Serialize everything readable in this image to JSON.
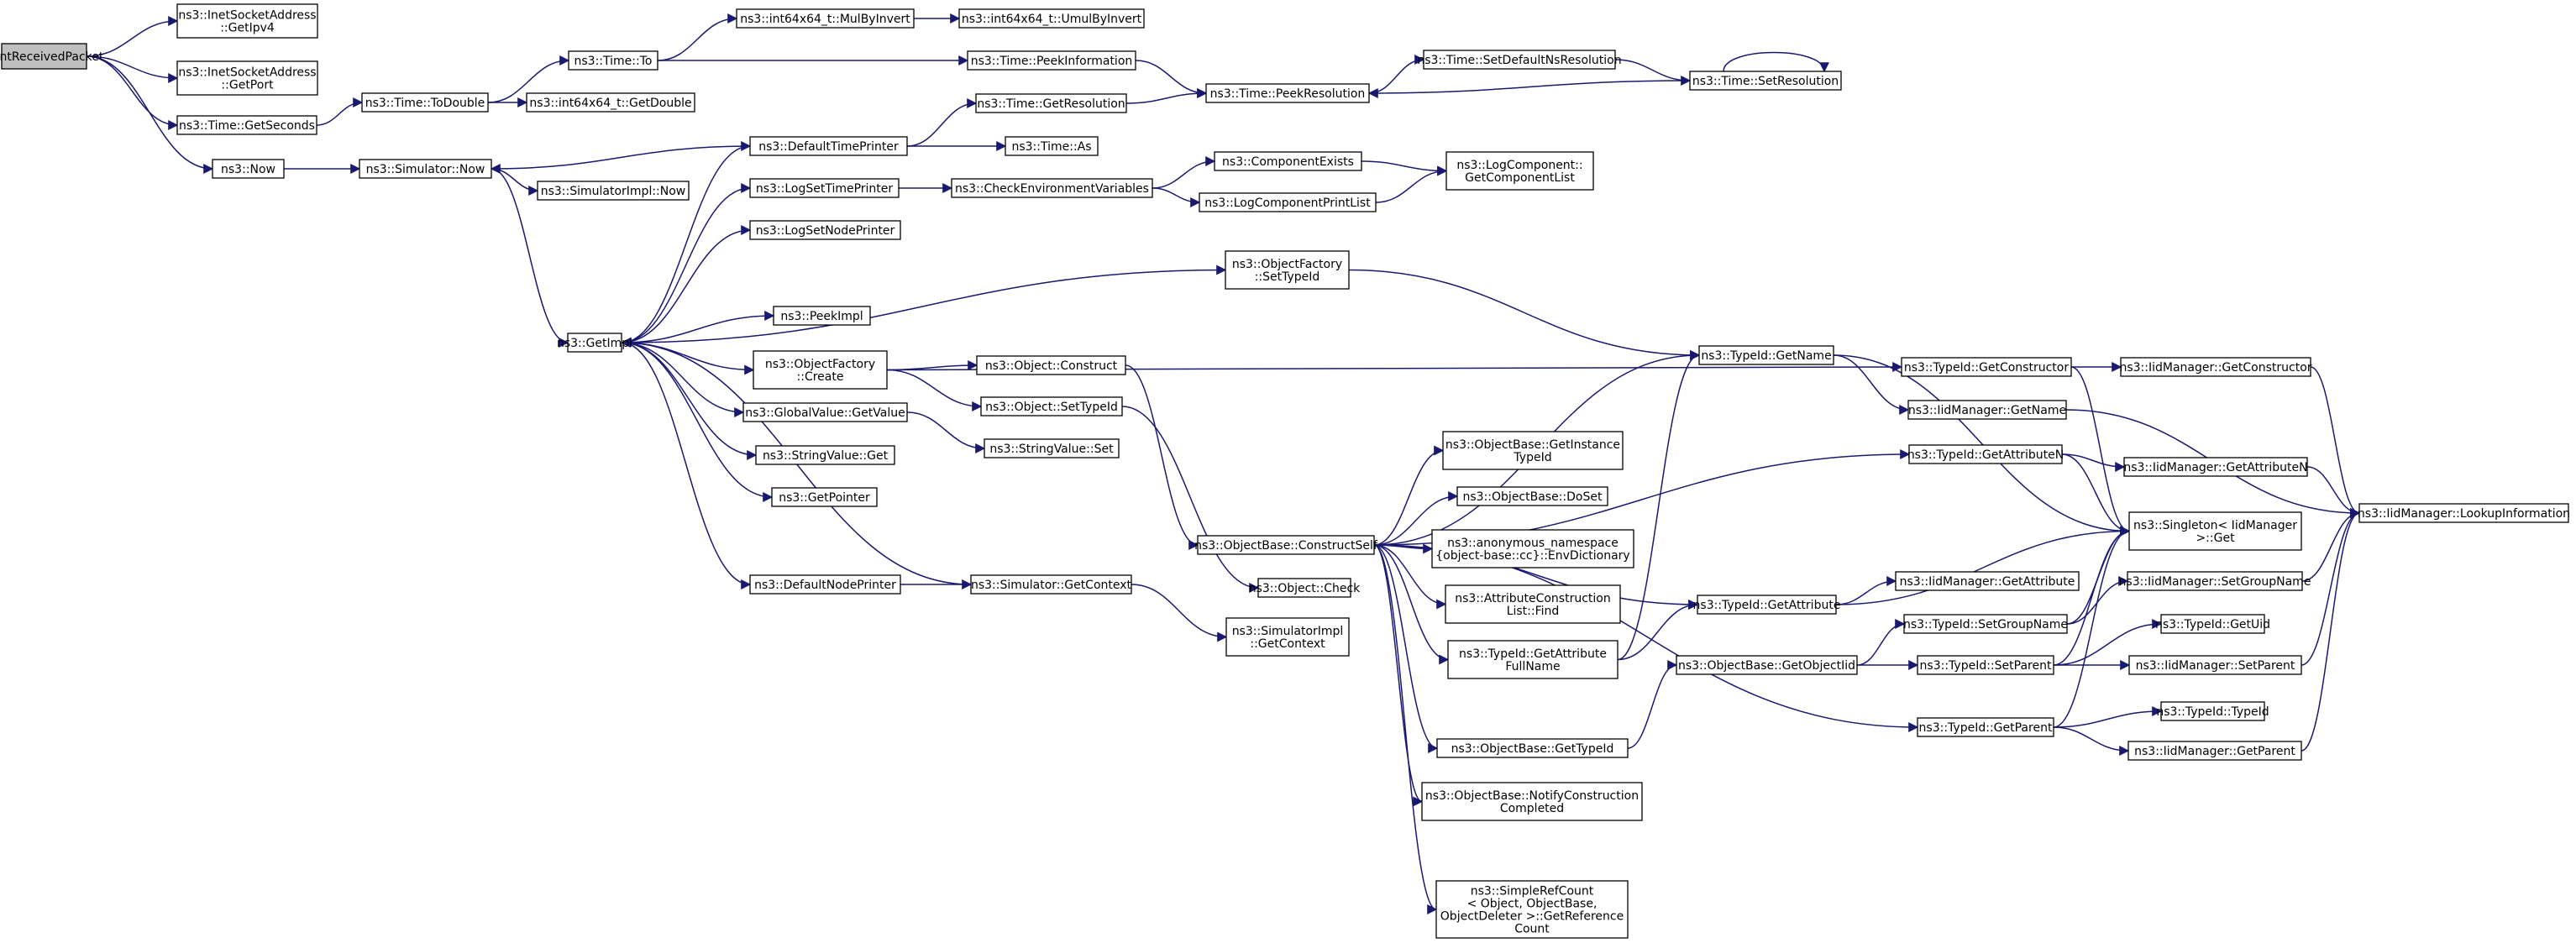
{
  "graph": {
    "edge_color": "#191970",
    "root_fill": "#bfbfbf",
    "node_fill": "#ffffff",
    "nodes": [
      {
        "id": "root",
        "label": "PrintReceivedPacket",
        "root": true
      },
      {
        "id": "getipv4",
        "label": "ns3::InetSocketAddress\n::GetIpv4"
      },
      {
        "id": "getport",
        "label": "ns3::InetSocketAddress\n::GetPort"
      },
      {
        "id": "getseconds",
        "label": "ns3::Time::GetSeconds"
      },
      {
        "id": "now",
        "label": "ns3::Now"
      },
      {
        "id": "todouble",
        "label": "ns3::Time::ToDouble"
      },
      {
        "id": "getdouble",
        "label": "ns3::int64x64_t::GetDouble"
      },
      {
        "id": "timeto",
        "label": "ns3::Time::To"
      },
      {
        "id": "mulbyinvert",
        "label": "ns3::int64x64_t::MulByInvert"
      },
      {
        "id": "umulbyinvert",
        "label": "ns3::int64x64_t::UmulByInvert"
      },
      {
        "id": "peekinfo",
        "label": "ns3::Time::PeekInformation"
      },
      {
        "id": "peekres",
        "label": "ns3::Time::PeekResolution"
      },
      {
        "id": "setdefns",
        "label": "ns3::Time::SetDefaultNsResolution"
      },
      {
        "id": "setres",
        "label": "ns3::Time::SetResolution"
      },
      {
        "id": "simnow",
        "label": "ns3::Simulator::Now"
      },
      {
        "id": "simimplnow",
        "label": "ns3::SimulatorImpl::Now"
      },
      {
        "id": "deftimeprinter",
        "label": "ns3::DefaultTimePrinter"
      },
      {
        "id": "getresolution",
        "label": "ns3::Time::GetResolution"
      },
      {
        "id": "timeas",
        "label": "ns3::Time::As"
      },
      {
        "id": "logsettimeprinter",
        "label": "ns3::LogSetTimePrinter"
      },
      {
        "id": "checkenv",
        "label": "ns3::CheckEnvironmentVariables"
      },
      {
        "id": "compexists",
        "label": "ns3::ComponentExists"
      },
      {
        "id": "logcompprintlist",
        "label": "ns3::LogComponentPrintList"
      },
      {
        "id": "logcompgetlist",
        "label": "ns3::LogComponent::\nGetComponentList"
      },
      {
        "id": "logsetnodeprinter",
        "label": "ns3::LogSetNodePrinter"
      },
      {
        "id": "getimpl",
        "label": "ns3::GetImpl"
      },
      {
        "id": "ofsettypeid",
        "label": "ns3::ObjectFactory\n::SetTypeId"
      },
      {
        "id": "peekimpl",
        "label": "ns3::PeekImpl"
      },
      {
        "id": "ofcreate",
        "label": "ns3::ObjectFactory\n::Create"
      },
      {
        "id": "objconstruct",
        "label": "ns3::Object::Construct"
      },
      {
        "id": "objsettypeid",
        "label": "ns3::Object::SetTypeId"
      },
      {
        "id": "gvgetvalue",
        "label": "ns3::GlobalValue::GetValue"
      },
      {
        "id": "strget",
        "label": "ns3::StringValue::Get"
      },
      {
        "id": "strset",
        "label": "ns3::StringValue::Set"
      },
      {
        "id": "getpointer",
        "label": "ns3::GetPointer"
      },
      {
        "id": "defnodeprinter",
        "label": "ns3::DefaultNodePrinter"
      },
      {
        "id": "simgetcontext",
        "label": "ns3::Simulator::GetContext"
      },
      {
        "id": "simimplgetcontext",
        "label": "ns3::SimulatorImpl\n::GetContext"
      },
      {
        "id": "objcheck",
        "label": "ns3::Object::Check"
      },
      {
        "id": "constructself",
        "label": "ns3::ObjectBase::ConstructSelf"
      },
      {
        "id": "getinstancetypeid",
        "label": "ns3::ObjectBase::GetInstance\nTypeId"
      },
      {
        "id": "doset",
        "label": "ns3::ObjectBase::DoSet"
      },
      {
        "id": "envdict",
        "label": "ns3::anonymous_namespace\n{object-base::cc}::EnvDictionary"
      },
      {
        "id": "attrconstfind",
        "label": "ns3::AttributeConstruction\nList::Find"
      },
      {
        "id": "getattrfullname",
        "label": "ns3::TypeId::GetAttribute\nFullName"
      },
      {
        "id": "obgettypeid",
        "label": "ns3::ObjectBase::GetTypeId"
      },
      {
        "id": "notifyconst",
        "label": "ns3::ObjectBase::NotifyConstruction\nCompleted"
      },
      {
        "id": "simplerefcount",
        "label": "ns3::SimpleRefCount\n< Object, ObjectBase,\nObjectDeleter >::GetReference\nCount"
      },
      {
        "id": "tidgetname",
        "label": "ns3::TypeId::GetName"
      },
      {
        "id": "tidgetattribute",
        "label": "ns3::TypeId::GetAttribute"
      },
      {
        "id": "getobjectiid",
        "label": "ns3::ObjectBase::GetObjectIid"
      },
      {
        "id": "tidgetconstructor",
        "label": "ns3::TypeId::GetConstructor"
      },
      {
        "id": "iidgetname",
        "label": "ns3::IidManager::GetName"
      },
      {
        "id": "tidgetattributen",
        "label": "ns3::TypeId::GetAttributeN"
      },
      {
        "id": "tidsetgroupname",
        "label": "ns3::TypeId::SetGroupName"
      },
      {
        "id": "tidsetparent",
        "label": "ns3::TypeId::SetParent"
      },
      {
        "id": "tidgetparent",
        "label": "ns3::TypeId::GetParent"
      },
      {
        "id": "iidgetattribute",
        "label": "ns3::IidManager::GetAttribute"
      },
      {
        "id": "iidgetconstructor",
        "label": "ns3::IidManager::GetConstructor"
      },
      {
        "id": "iidgetattributen",
        "label": "ns3::IidManager::GetAttributeN"
      },
      {
        "id": "singletonget",
        "label": "ns3::Singleton< IidManager\n>::Get"
      },
      {
        "id": "iidsetgroupname",
        "label": "ns3::IidManager::SetGroupName"
      },
      {
        "id": "tidgetuid",
        "label": "ns3::TypeId::GetUid"
      },
      {
        "id": "iidsetparent",
        "label": "ns3::IidManager::SetParent"
      },
      {
        "id": "tidtypeid",
        "label": "ns3::TypeId::TypeId"
      },
      {
        "id": "iidgetparent",
        "label": "ns3::IidManager::GetParent"
      },
      {
        "id": "iidlookup",
        "label": "ns3::IidManager::LookupInformation"
      }
    ],
    "edges": [
      [
        "root",
        "getipv4"
      ],
      [
        "root",
        "getport"
      ],
      [
        "root",
        "getseconds"
      ],
      [
        "root",
        "now"
      ],
      [
        "getseconds",
        "todouble"
      ],
      [
        "todouble",
        "getdouble"
      ],
      [
        "todouble",
        "timeto"
      ],
      [
        "timeto",
        "mulbyinvert"
      ],
      [
        "mulbyinvert",
        "umulbyinvert"
      ],
      [
        "timeto",
        "peekinfo"
      ],
      [
        "peekinfo",
        "peekres"
      ],
      [
        "peekres",
        "setdefns"
      ],
      [
        "setdefns",
        "setres"
      ],
      [
        "setres",
        "setres"
      ],
      [
        "setres",
        "peekres"
      ],
      [
        "now",
        "simnow"
      ],
      [
        "simnow",
        "simimplnow"
      ],
      [
        "simnow",
        "getimpl"
      ],
      [
        "deftimeprinter",
        "simnow"
      ],
      [
        "deftimeprinter",
        "getresolution"
      ],
      [
        "deftimeprinter",
        "timeas"
      ],
      [
        "getresolution",
        "peekres"
      ],
      [
        "logsettimeprinter",
        "checkenv"
      ],
      [
        "checkenv",
        "compexists"
      ],
      [
        "checkenv",
        "logcompprintlist"
      ],
      [
        "compexists",
        "logcompgetlist"
      ],
      [
        "logcompprintlist",
        "logcompgetlist"
      ],
      [
        "getimpl",
        "deftimeprinter"
      ],
      [
        "getimpl",
        "logsettimeprinter"
      ],
      [
        "getimpl",
        "logsetnodeprinter"
      ],
      [
        "getimpl",
        "ofsettypeid"
      ],
      [
        "getimpl",
        "peekimpl"
      ],
      [
        "getimpl",
        "ofcreate"
      ],
      [
        "getimpl",
        "gvgetvalue"
      ],
      [
        "getimpl",
        "strget"
      ],
      [
        "getimpl",
        "getpointer"
      ],
      [
        "getimpl",
        "defnodeprinter"
      ],
      [
        "simgetcontext",
        "getimpl"
      ],
      [
        "ofsettypeid",
        "tidgetname"
      ],
      [
        "ofcreate",
        "objconstruct"
      ],
      [
        "ofcreate",
        "objsettypeid"
      ],
      [
        "ofcreate",
        "tidgetconstructor"
      ],
      [
        "gvgetvalue",
        "strset"
      ],
      [
        "objconstruct",
        "constructself"
      ],
      [
        "objsettypeid",
        "objcheck"
      ],
      [
        "defnodeprinter",
        "simgetcontext"
      ],
      [
        "simgetcontext",
        "simimplgetcontext"
      ],
      [
        "constructself",
        "tidgetname"
      ],
      [
        "constructself",
        "getinstancetypeid"
      ],
      [
        "constructself",
        "doset"
      ],
      [
        "constructself",
        "envdict"
      ],
      [
        "constructself",
        "attrconstfind"
      ],
      [
        "constructself",
        "getattrfullname"
      ],
      [
        "constructself",
        "obgettypeid"
      ],
      [
        "constructself",
        "notifyconst"
      ],
      [
        "constructself",
        "simplerefcount"
      ],
      [
        "constructself",
        "tidgetattributen"
      ],
      [
        "constructself",
        "tidgetattribute"
      ],
      [
        "constructself",
        "tidgetparent"
      ],
      [
        "getattrfullname",
        "tidgetname"
      ],
      [
        "getattrfullname",
        "tidgetattribute"
      ],
      [
        "obgettypeid",
        "getobjectiid"
      ],
      [
        "tidgetname",
        "iidgetname"
      ],
      [
        "tidgetname",
        "singletonget"
      ],
      [
        "tidgetattribute",
        "iidgetattribute"
      ],
      [
        "tidgetattribute",
        "singletonget"
      ],
      [
        "getobjectiid",
        "tidsetgroupname"
      ],
      [
        "getobjectiid",
        "tidsetparent"
      ],
      [
        "tidgetconstructor",
        "iidgetconstructor"
      ],
      [
        "tidgetconstructor",
        "singletonget"
      ],
      [
        "iidgetname",
        "iidlookup"
      ],
      [
        "tidgetattributen",
        "iidgetattributen"
      ],
      [
        "tidgetattributen",
        "singletonget"
      ],
      [
        "tidsetgroupname",
        "iidsetgroupname"
      ],
      [
        "tidsetgroupname",
        "singletonget"
      ],
      [
        "tidsetparent",
        "tidgetuid"
      ],
      [
        "tidsetparent",
        "iidsetparent"
      ],
      [
        "tidsetparent",
        "singletonget"
      ],
      [
        "tidgetparent",
        "tidtypeid"
      ],
      [
        "tidgetparent",
        "iidgetparent"
      ],
      [
        "tidgetparent",
        "singletonget"
      ],
      [
        "iidgetconstructor",
        "iidlookup"
      ],
      [
        "iidgetattributen",
        "iidlookup"
      ],
      [
        "iidsetgroupname",
        "iidlookup"
      ],
      [
        "iidsetparent",
        "iidlookup"
      ],
      [
        "iidgetparent",
        "iidlookup"
      ]
    ]
  }
}
